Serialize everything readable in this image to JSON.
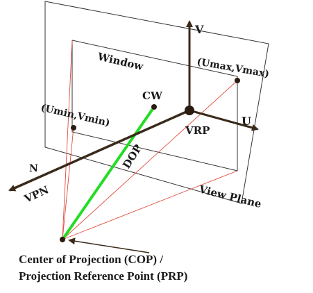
{
  "labels": {
    "v_axis": "V",
    "u_axis": "U",
    "n_axis": "N",
    "vpn": "VPN",
    "vrp": "VRP",
    "window": "Window",
    "cw": "CW",
    "dop": "DOP",
    "view_plane": "View Plane",
    "umax_vmax": "(Umax,Vmax)",
    "umin_vmin": "(Umin,Vmin)"
  },
  "caption": {
    "line1": "Center of Projection (COP) /",
    "line2": "Projection Reference Point (PRP)"
  },
  "colors": {
    "frame": "#333333",
    "axes": "#3a2a1a",
    "projector": "#e04a3a",
    "dop": "#22dd22",
    "text": "#1a1a1a"
  }
}
